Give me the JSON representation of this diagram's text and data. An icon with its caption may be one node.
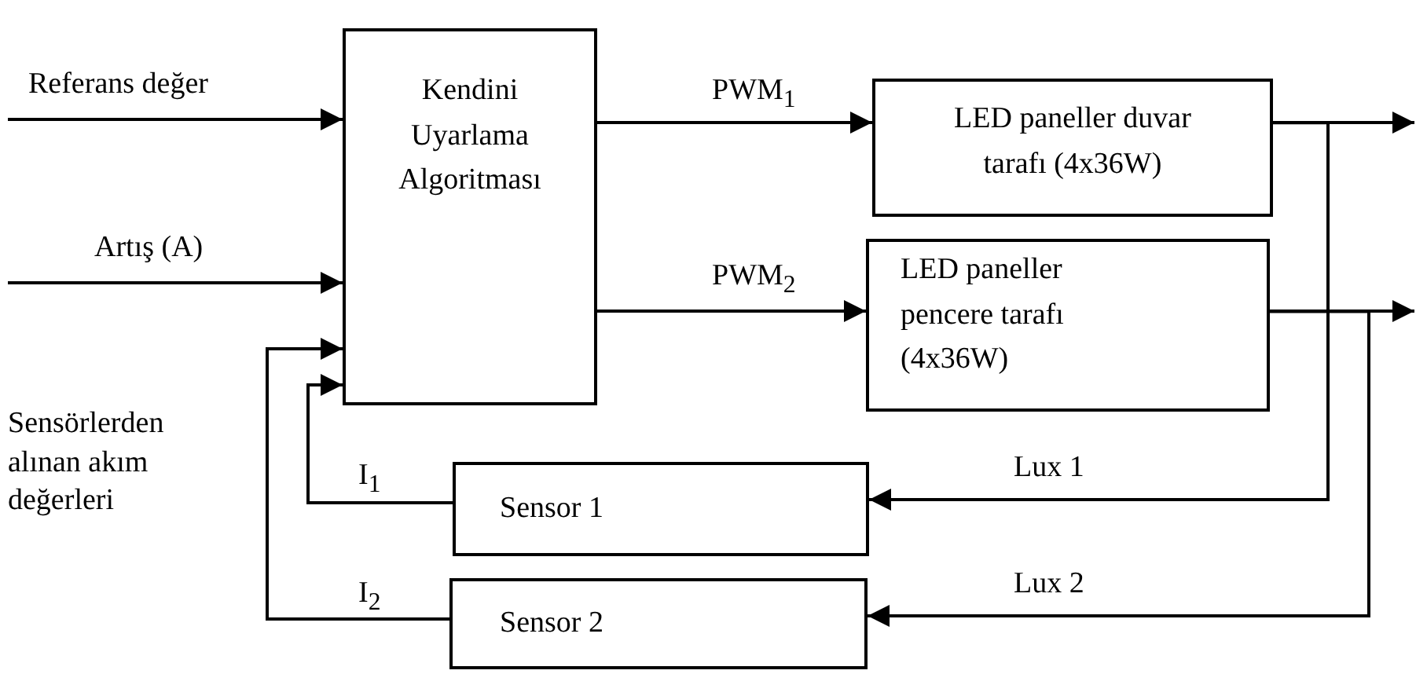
{
  "diagram": {
    "nodes": [
      {
        "text": [
          "Kendini Uyarlama Algoritması"
        ]
      },
      {
        "text": [
          "LED paneller duvar tarafı (4x36W)"
        ]
      },
      {
        "text": [
          "LED paneller pencere tarafı (4x36W)"
        ]
      },
      {
        "text": [
          "Sensor 1"
        ]
      },
      {
        "text": [
          "Sensor 2"
        ]
      }
    ],
    "edges": [
      {
        "from": null,
        "to": 0,
        "arrow": "to",
        "label": "Referans değer"
      },
      {
        "from": null,
        "to": 0,
        "arrow": "to",
        "label": "Artış (A)"
      },
      {
        "from": 0,
        "to": 1,
        "arrow": "to",
        "label": "PWM$_{1}$"
      },
      {
        "from": 0,
        "to": 2,
        "arrow": "to",
        "label": "PWM$_{2}$"
      },
      {
        "from": 1,
        "to": null,
        "arrow": "to"
      },
      {
        "from": 2,
        "to": null,
        "arrow": "to"
      },
      {
        "from": 1,
        "to": 3,
        "arrow": "to",
        "label": "Lux 1"
      },
      {
        "from": 2,
        "to": 4,
        "arrow": "to",
        "label": "Lux 2"
      },
      {
        "from": 3,
        "to": 0,
        "arrow": "to",
        "label": "I$_{1}$"
      },
      {
        "from": 4,
        "to": 0,
        "arrow": "to",
        "label": "I$_{2}$"
      }
    ],
    "labels": [
      "Sensörlerden alınan akım değerleri"
    ]
  }
}
